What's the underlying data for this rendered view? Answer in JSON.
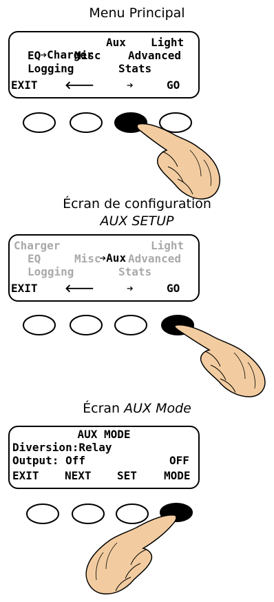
{
  "panels": [
    {
      "heading": "Menu Principal",
      "subheading": "",
      "screen": {
        "row1": {
          "arrow": "➔",
          "a": "Charger",
          "b": "Aux",
          "c": "Light"
        },
        "row2": {
          "a": "EQ",
          "b": "Misc",
          "c": "Advanced"
        },
        "row3": {
          "a": "Logging",
          "b": "Stats"
        },
        "softkeys": {
          "k1": "EXIT",
          "k2": "🡐",
          "k3": "➔",
          "k4": "GO"
        }
      },
      "pressed_button": 3
    },
    {
      "heading": "Écran de configuration",
      "subheading": "AUX SETUP",
      "screen": {
        "row1": {
          "a": "Charger",
          "arrow": "➔",
          "b": "Aux",
          "c": "Light"
        },
        "row2": {
          "a": "EQ",
          "b": "Misc",
          "c": "Advanced"
        },
        "row3": {
          "a": "Logging",
          "b": "Stats"
        },
        "softkeys": {
          "k1": "EXIT",
          "k2": "🡐",
          "k3": "➔",
          "k4": "GO"
        }
      },
      "pressed_button": 4
    },
    {
      "heading": "Écran ",
      "heading_italic": "AUX Mode",
      "screen": {
        "title": "AUX MODE",
        "line2": "Diversion:Relay",
        "line3_left": "Output: Off",
        "line3_right": "OFF",
        "softkeys": {
          "k1": "EXIT",
          "k2": "NEXT",
          "k3": "SET",
          "k4": "MODE"
        }
      },
      "pressed_button": 4
    }
  ],
  "colors": {
    "text": "#000000",
    "dimmed_text": "#a9a9a9",
    "button_fill": "#ffffff",
    "button_pressed": "#000000",
    "hand_skin": "#f2cca0"
  }
}
